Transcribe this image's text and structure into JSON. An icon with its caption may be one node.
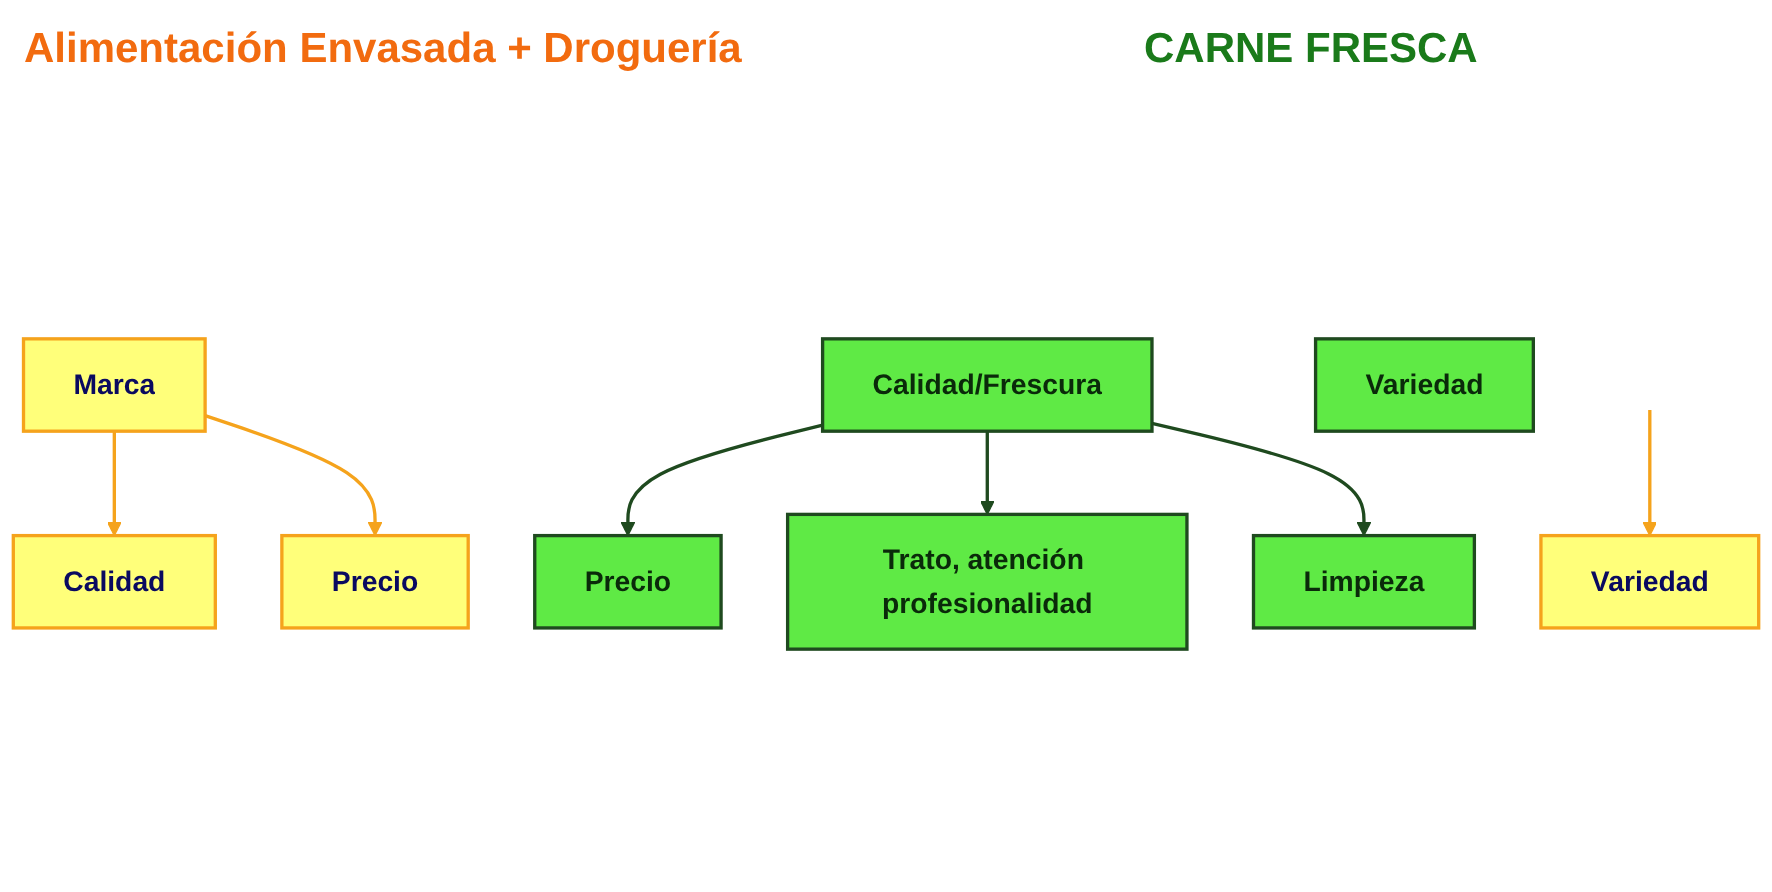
{
  "diagram": {
    "nodes": [
      {
        "text": [
          "Marca"
        ]
      },
      {
        "text": [
          "Calidad"
        ]
      },
      {
        "text": [
          "Precio"
        ]
      },
      {
        "text": [
          "Variedad"
        ]
      },
      {
        "text": [
          "Calidad/Frescura"
        ]
      },
      {
        "text": [
          "Precio"
        ]
      },
      {
        "text": [
          "Trato, atención profesionalidad"
        ]
      },
      {
        "text": [
          "Limpieza"
        ]
      },
      {
        "text": [
          "Variedad"
        ]
      }
    ],
    "edges": [
      {
        "from": 0,
        "to": 1,
        "arrow": "to",
        "color": "#f5a31c"
      },
      {
        "from": 0,
        "to": 2,
        "arrow": "to",
        "color": "#f5a31c"
      },
      {
        "from": null,
        "to": 3,
        "arrow": "to",
        "color": "#f5a31c"
      },
      {
        "from": 4,
        "to": 5,
        "arrow": "to",
        "color": "#1f4a1f"
      },
      {
        "from": 4,
        "to": 6,
        "arrow": "to",
        "color": "#1f4a1f"
      },
      {
        "from": 4,
        "to": 7,
        "arrow": "to",
        "color": "#1f4a1f"
      }
    ],
    "labels": [
      "Alimentación Envasada + Droguería",
      "CARNE FRESCA"
    ]
  }
}
